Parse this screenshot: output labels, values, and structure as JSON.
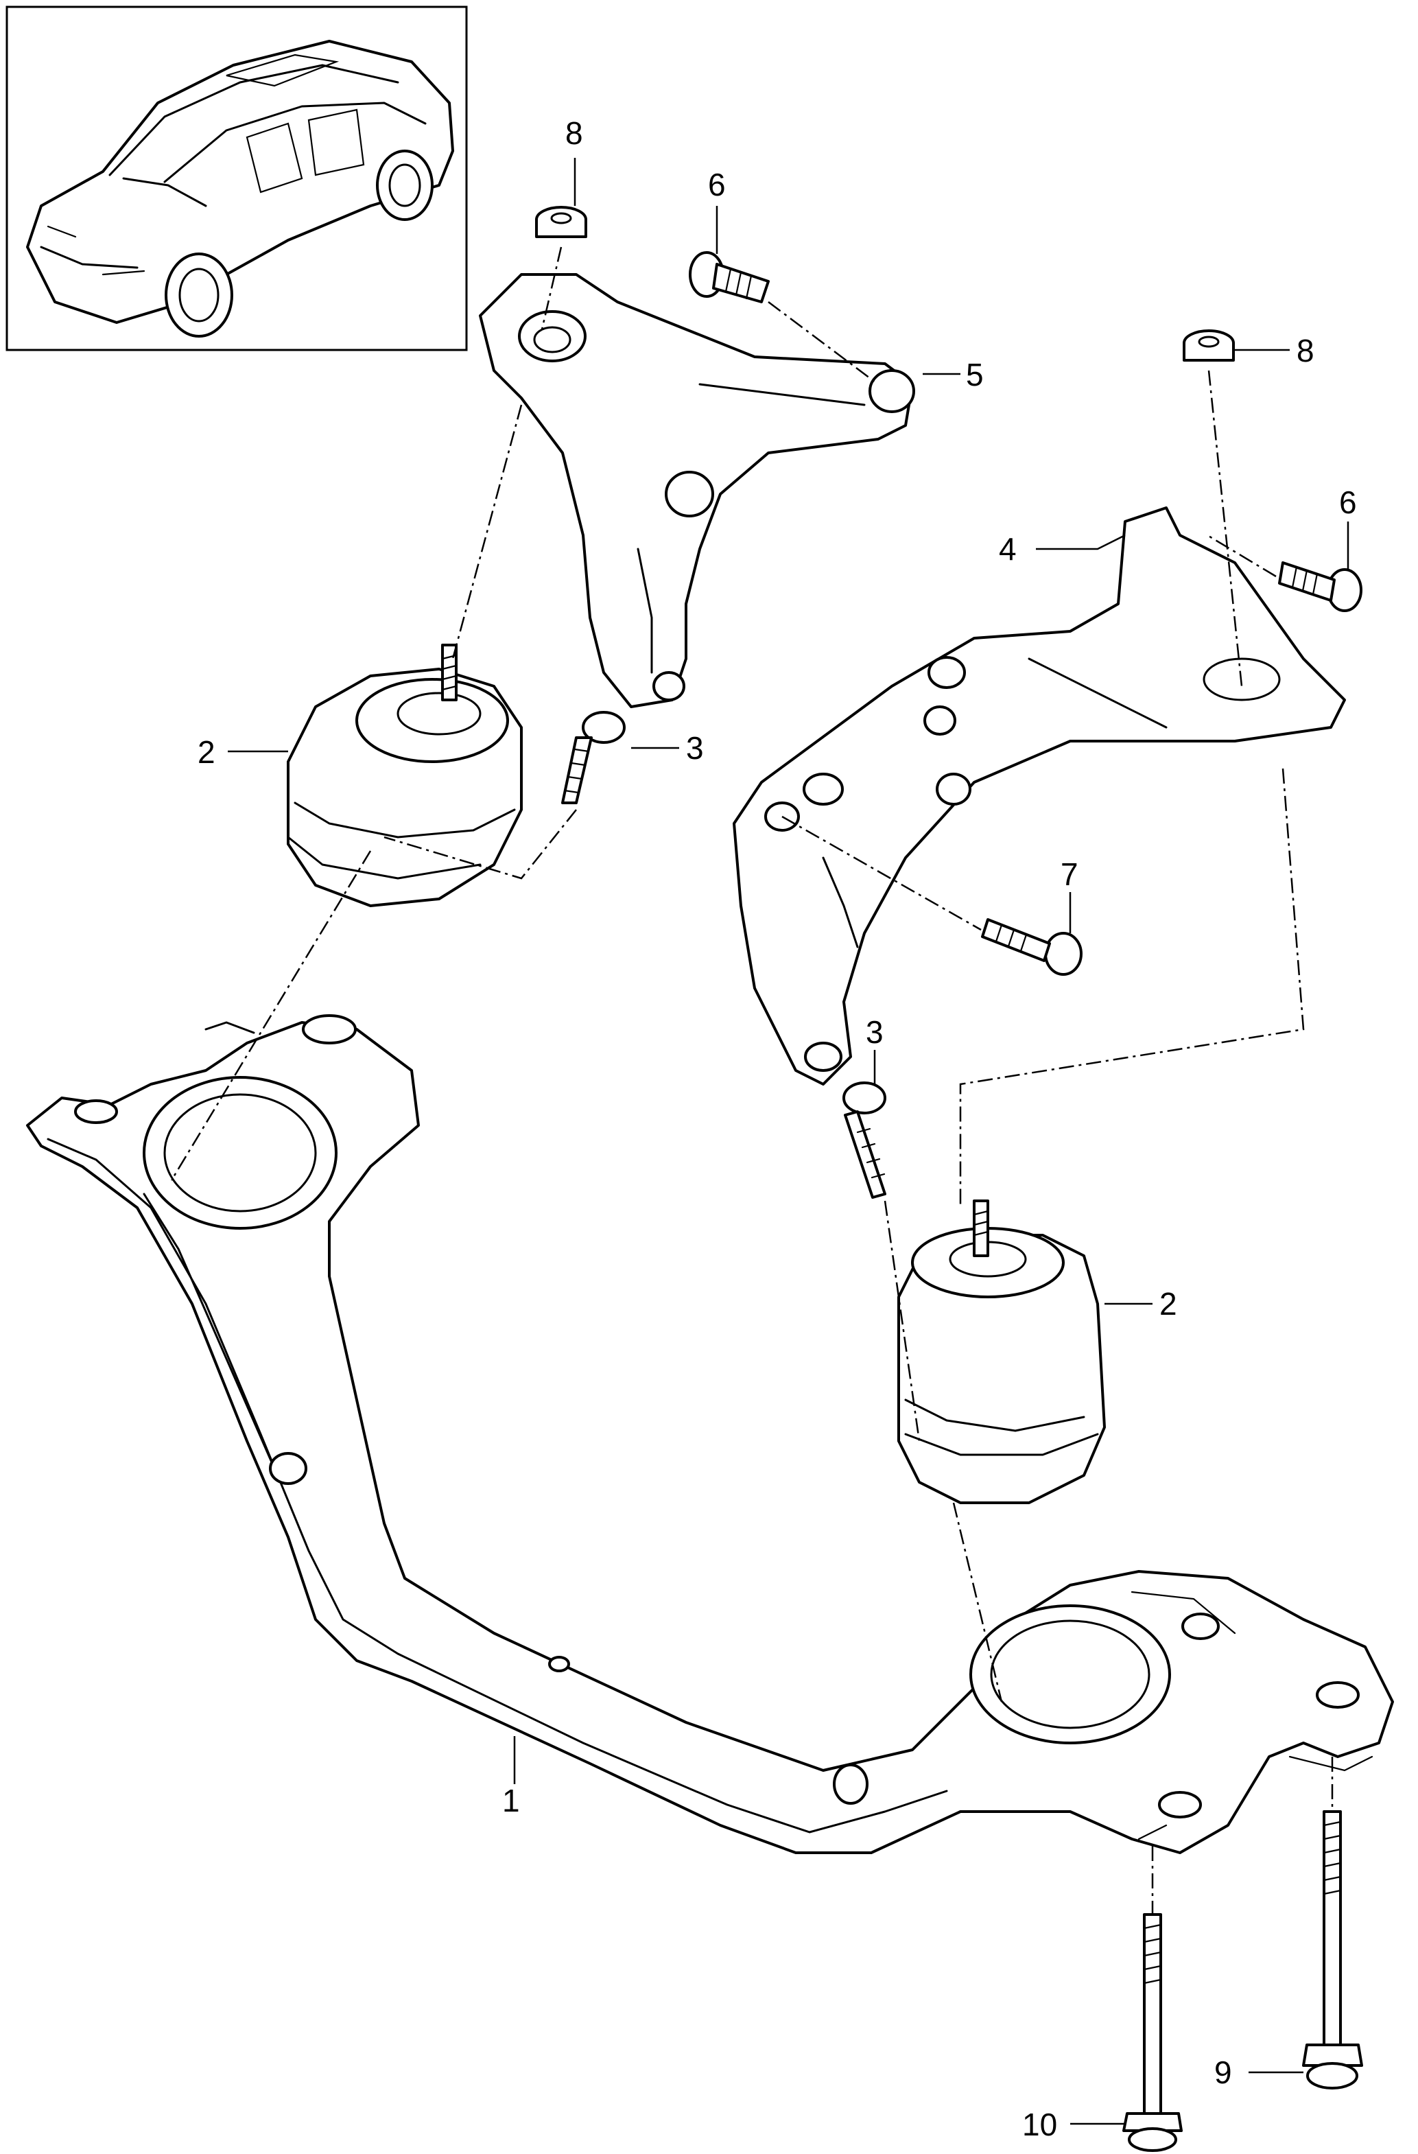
{
  "callouts": [
    {
      "id": "1",
      "label": "1",
      "part": "crossmember"
    },
    {
      "id": "2a",
      "label": "2",
      "part": "engine-mount"
    },
    {
      "id": "2b",
      "label": "2",
      "part": "engine-mount"
    },
    {
      "id": "3a",
      "label": "3",
      "part": "bolt"
    },
    {
      "id": "3b",
      "label": "3",
      "part": "bolt"
    },
    {
      "id": "4",
      "label": "4",
      "part": "right-bracket"
    },
    {
      "id": "5",
      "label": "5",
      "part": "left-bracket"
    },
    {
      "id": "6a",
      "label": "6",
      "part": "bolt"
    },
    {
      "id": "6b",
      "label": "6",
      "part": "bolt"
    },
    {
      "id": "7",
      "label": "7",
      "part": "bolt"
    },
    {
      "id": "8a",
      "label": "8",
      "part": "nut"
    },
    {
      "id": "8b",
      "label": "8",
      "part": "nut"
    },
    {
      "id": "9",
      "label": "9",
      "part": "bolt"
    },
    {
      "id": "10",
      "label": "10",
      "part": "bolt"
    }
  ],
  "icons": {
    "vehicle": "suv-vehicle-icon"
  },
  "colors": {
    "line": "#000000",
    "background": "#ffffff"
  }
}
